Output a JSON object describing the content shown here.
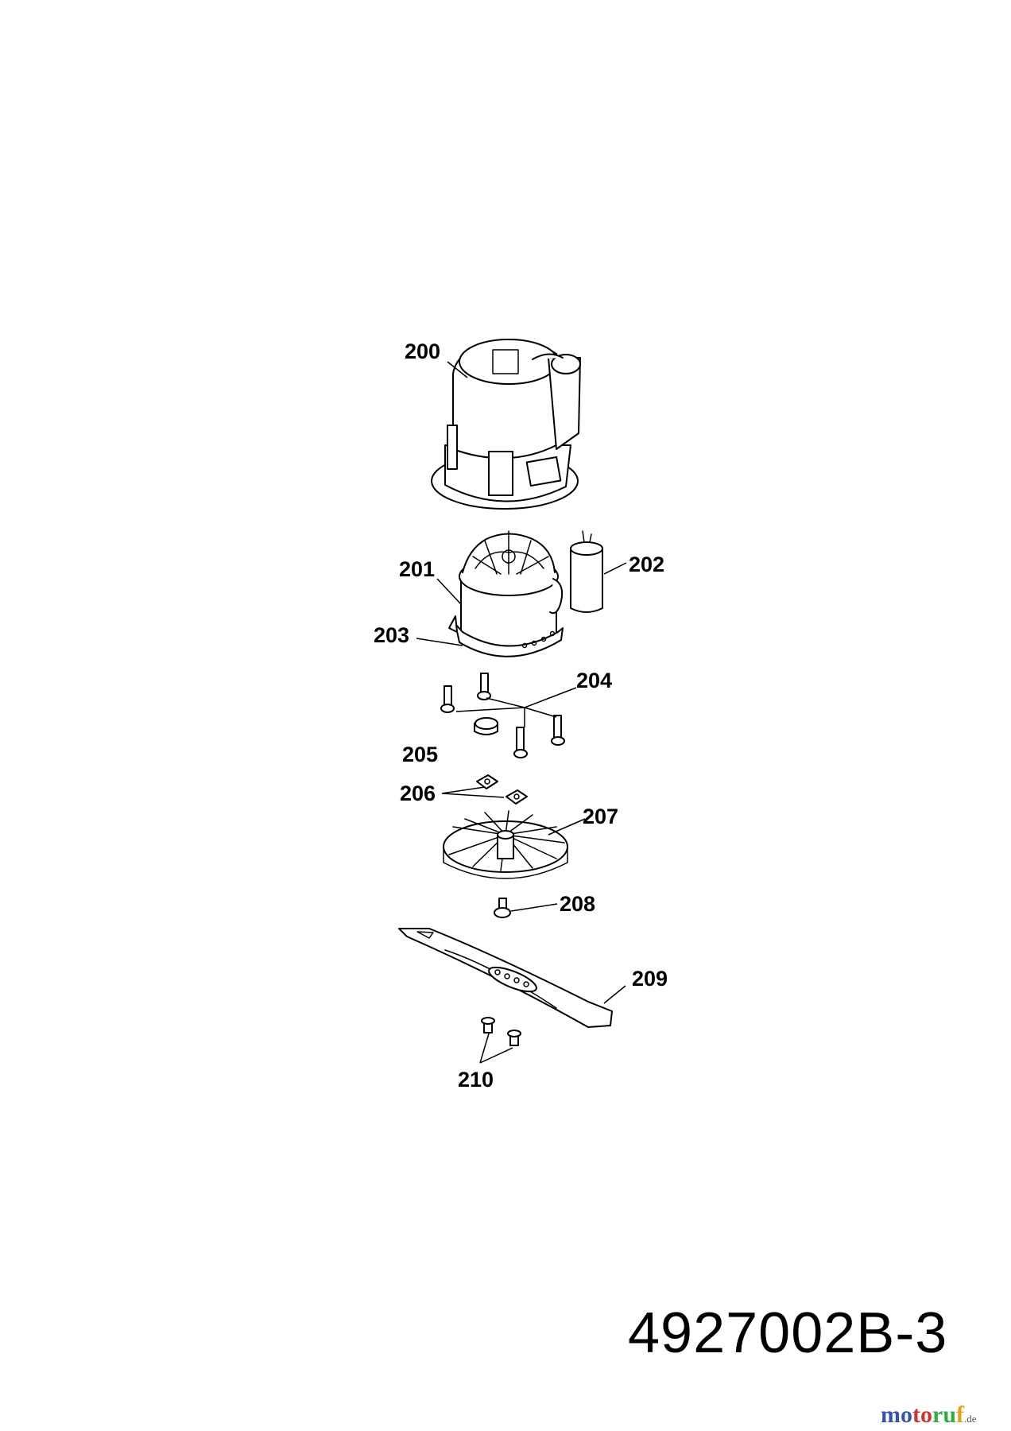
{
  "diagram": {
    "part_labels": [
      "200",
      "201",
      "202",
      "203",
      "204",
      "205",
      "206",
      "207",
      "208",
      "209",
      "210"
    ],
    "drawing_number": "4927002B-3",
    "brand": {
      "part1": "mo",
      "part2": "to",
      "part3": "ru",
      "part4": "f",
      "tld": ".de"
    }
  }
}
